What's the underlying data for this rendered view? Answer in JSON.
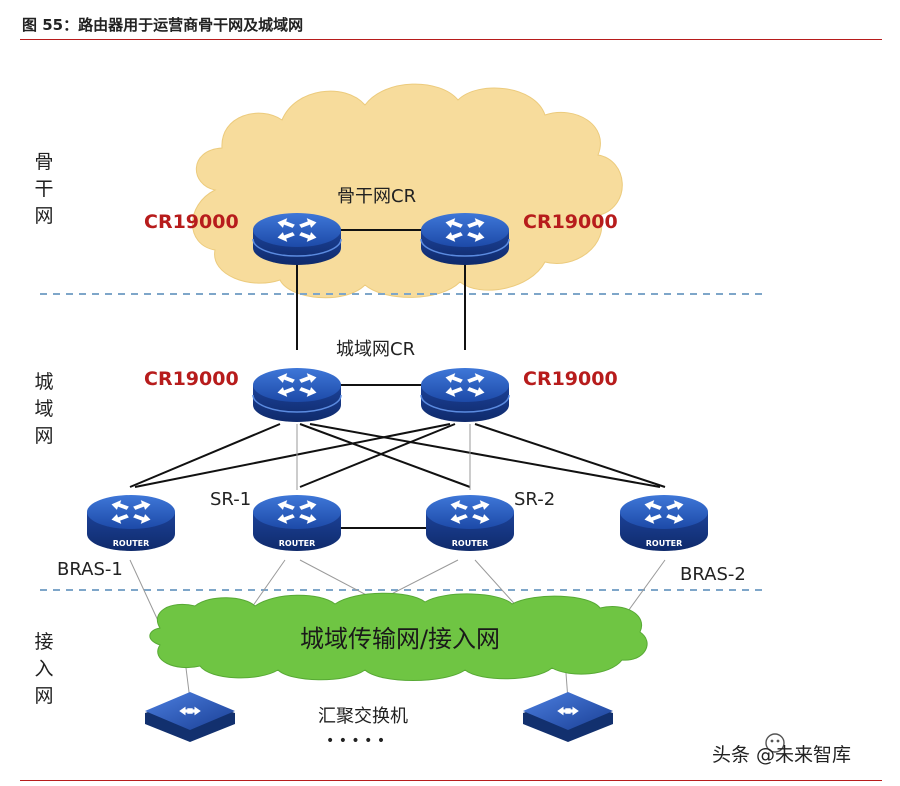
{
  "figure_title": "图 55：路由器用于运营商骨干网及城域网",
  "zones": {
    "backbone": "骨干网",
    "metro": "城域网",
    "access": "接入网"
  },
  "labels": {
    "backbone_cr": "骨干网CR",
    "metro_cr": "城域网CR",
    "cr_model": "CR19000",
    "sr1": "SR-1",
    "sr2": "SR-2",
    "bras1": "BRAS-1",
    "bras2": "BRAS-2",
    "router_tag": "ROUTER",
    "access_cloud": "城域传输网/接入网",
    "aggregation_switch": "汇聚交换机",
    "dots": "• • • • •"
  },
  "watermark": "头条 @未来智库",
  "colors": {
    "accent_red": "#b71c1c",
    "router_blue": "#1f4fb0",
    "backbone_cloud": "#f7dc9c",
    "access_cloud": "#6fc543",
    "divider": "#7ea6c9"
  }
}
